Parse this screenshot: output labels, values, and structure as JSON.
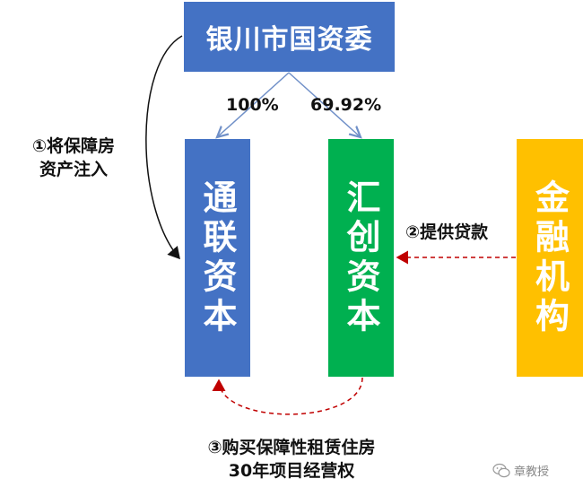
{
  "nodes": {
    "top": "银川市国资委",
    "tonglian": "通联资本",
    "huichuang": "汇创资本",
    "jinrong": "金融机构"
  },
  "edges": {
    "pct_tonglian": "100%",
    "pct_huichuang": "69.92%",
    "step1_line1": "①将保障房",
    "step1_line2": "资产注入",
    "step2": "②提供贷款",
    "step3_line1": "③购买保障性租赁住房",
    "step3_line2": "30年项目经营权"
  },
  "watermark": {
    "text": "章教授",
    "icon": "wechat-icon"
  },
  "colors": {
    "blue": "#4472c4",
    "green": "#00b050",
    "gold": "#ffc000",
    "edge_blue": "#7090c8",
    "edge_red": "#c00000"
  }
}
